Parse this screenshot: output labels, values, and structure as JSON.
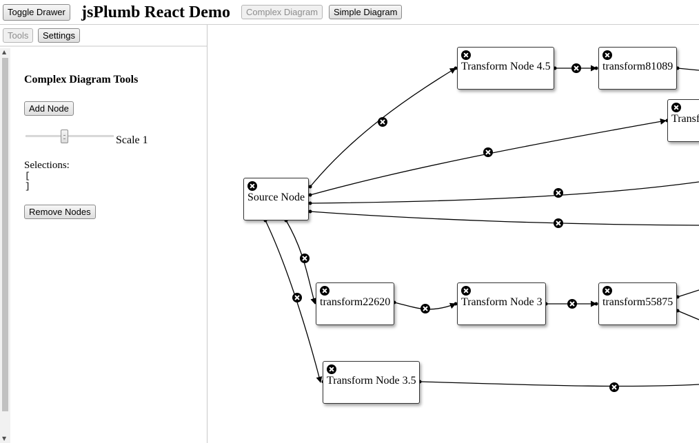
{
  "header": {
    "toggle_label": "Toggle Drawer",
    "title": "jsPlumb React Demo",
    "complex_label": "Complex Diagram",
    "simple_label": "Simple Diagram"
  },
  "drawer": {
    "tabs": {
      "tools": "Tools",
      "settings": "Settings"
    },
    "heading": "Complex Diagram Tools",
    "add_node_label": "Add Node",
    "scale": {
      "label": "Scale 1",
      "value": 1
    },
    "selections_label": "Selections:",
    "selections_open": "[",
    "selections_close": "]",
    "remove_nodes_label": "Remove Nodes"
  },
  "canvas": {
    "nodes": {
      "source": "Source Node",
      "t45": "Transform Node 4.5",
      "t81089": "transform81089",
      "t_right": "Transf",
      "t22620": "transform22620",
      "t3": "Transform Node 3",
      "t55875": "transform55875",
      "t35": "Transform Node 3.5"
    },
    "icons": {
      "remove_node": "close-circle-icon",
      "remove_edge": "close-circle-icon"
    }
  }
}
